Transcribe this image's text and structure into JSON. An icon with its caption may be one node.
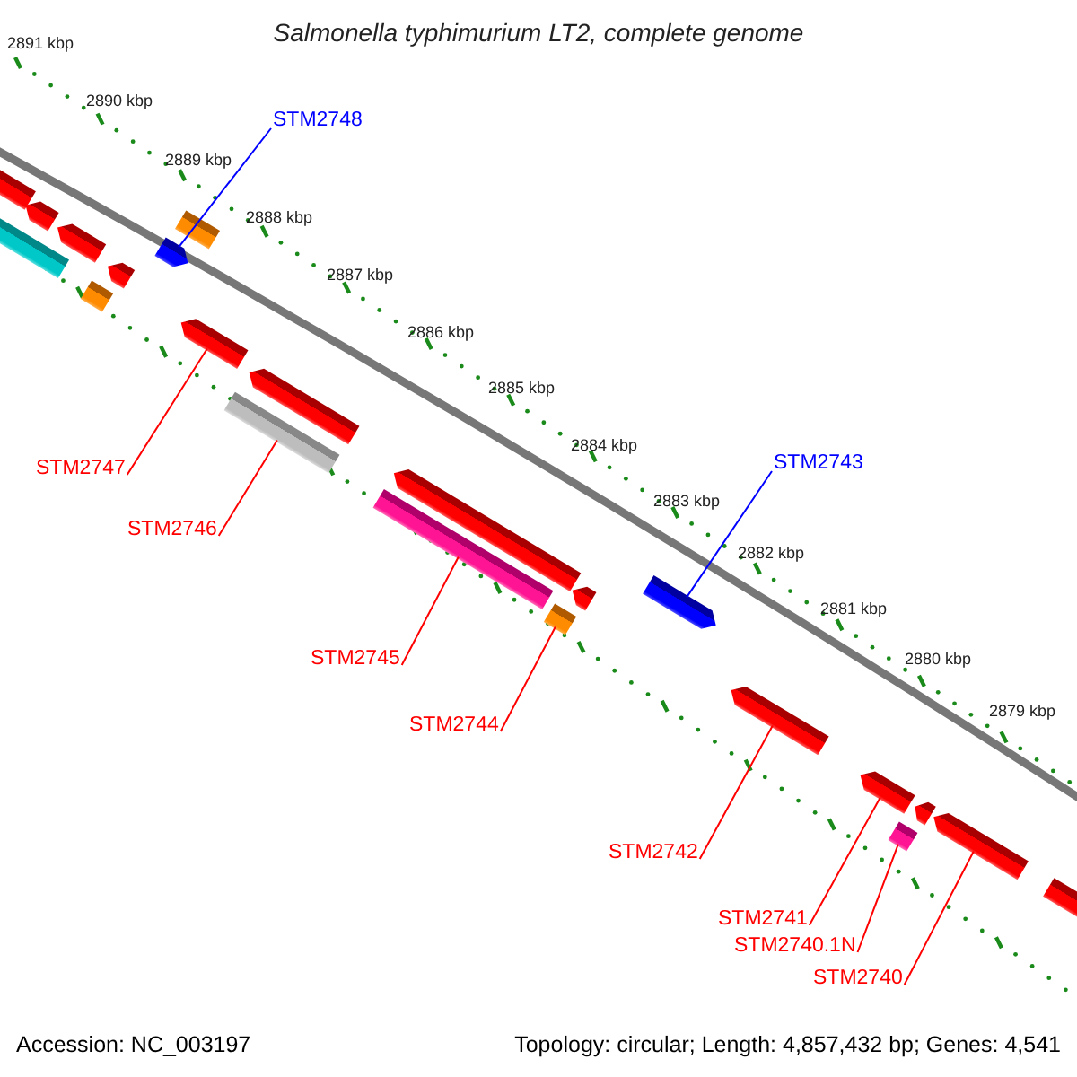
{
  "diagram": {
    "title": "Salmonella typhimurium LT2, complete genome",
    "nodes": [
      {
        "text": [
          "STM2748"
        ]
      },
      {
        "text": [],
        "shape": "arrow"
      },
      {
        "text": [
          "STM2743"
        ]
      },
      {
        "text": [],
        "shape": "arrow"
      },
      {
        "text": [
          "STM2747"
        ]
      },
      {
        "text": [],
        "shape": "arrow"
      },
      {
        "text": [
          "STM2746"
        ]
      },
      {
        "text": [],
        "shape": "box"
      },
      {
        "text": [
          "STM2745"
        ]
      },
      {
        "text": [],
        "shape": "box"
      },
      {
        "text": [
          "STM2744"
        ]
      },
      {
        "text": [],
        "shape": "box"
      },
      {
        "text": [
          "STM2742"
        ]
      },
      {
        "text": [],
        "shape": "arrow"
      },
      {
        "text": [
          "STM2741"
        ]
      },
      {
        "text": [],
        "shape": "arrow"
      },
      {
        "text": [
          "STM2740.1N"
        ]
      },
      {
        "text": [],
        "shape": "box"
      },
      {
        "text": [
          "STM2740"
        ]
      },
      {
        "text": [],
        "shape": "arrow"
      },
      {
        "text": [],
        "shape": "arrow"
      },
      {
        "text": [],
        "shape": "box"
      },
      {
        "text": [],
        "shape": "arrow"
      },
      {
        "text": [],
        "shape": "box"
      },
      {
        "text": [],
        "shape": "arrow"
      },
      {
        "text": [],
        "shape": "box"
      },
      {
        "text": [],
        "shape": "arrow"
      },
      {
        "text": [],
        "shape": "box"
      },
      {
        "text": [],
        "shape": "arrow"
      },
      {
        "text": [],
        "shape": "arrow"
      },
      {
        "text": [],
        "shape": "arrow"
      },
      {
        "text": [],
        "shape": "arrow"
      }
    ],
    "edges": [
      {
        "from": 0,
        "to": 1,
        "arrow": "none",
        "color": "#0000ff"
      },
      {
        "from": 2,
        "to": 3,
        "arrow": "none",
        "color": "#0000ff"
      },
      {
        "from": 4,
        "to": 5,
        "arrow": "none"
      },
      {
        "from": 6,
        "to": 7,
        "arrow": "none"
      },
      {
        "from": 8,
        "to": 9,
        "arrow": "none"
      },
      {
        "from": 10,
        "to": 11,
        "arrow": "none"
      },
      {
        "from": 12,
        "to": 13,
        "arrow": "none"
      },
      {
        "from": 14,
        "to": 15,
        "arrow": "none"
      },
      {
        "from": 16,
        "to": 17,
        "arrow": "none"
      },
      {
        "from": 18,
        "to": 19,
        "arrow": "none"
      }
    ],
    "labels": [
      "2891 kbp",
      "2890 kbp",
      "2889 kbp",
      "2888 kbp",
      "2887 kbp",
      "2886 kbp",
      "2885 kbp",
      "2884 kbp",
      "2883 kbp",
      "2882 kbp",
      "2881 kbp",
      "2880 kbp",
      "2879 kbp",
      "Accession: NC_003197",
      "Topology: circular; Length: 4,857,432 bp; Genes: 4,541"
    ]
  }
}
